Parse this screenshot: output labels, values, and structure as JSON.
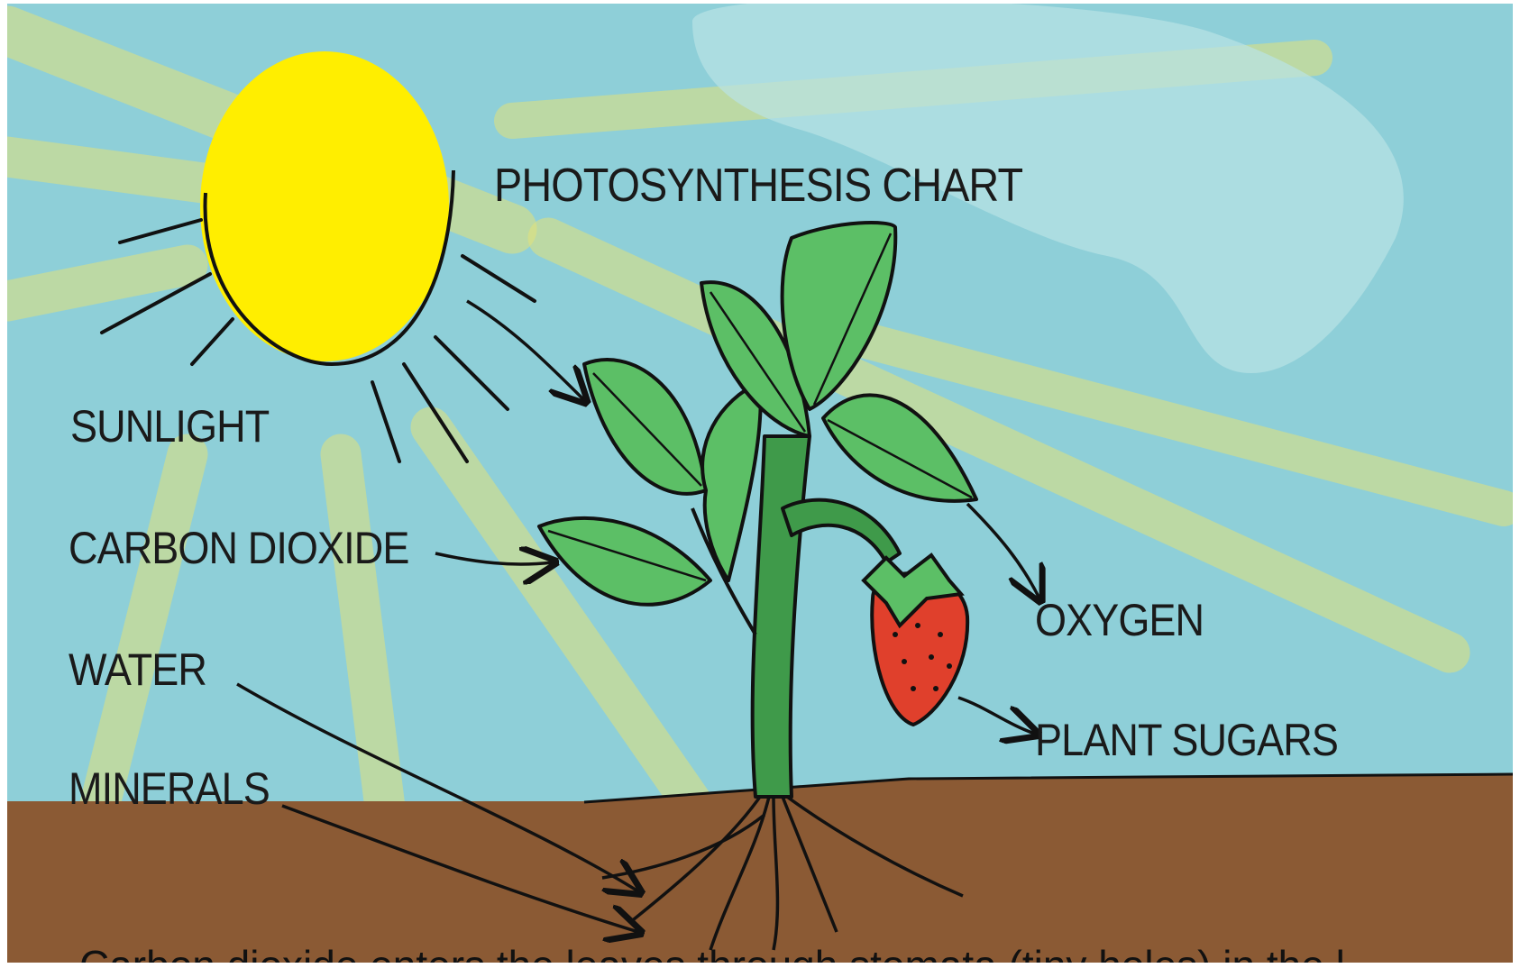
{
  "title": "PHOTOSYNTHESIS  CHART",
  "labels": {
    "sunlight": "SUNLIGHT",
    "carbon_dioxide": "CARBON DIOXIDE",
    "water": "WATER",
    "minerals": "MINERALS",
    "oxygen": "OXYGEN",
    "plant_sugars": "PLANT SUGARS"
  },
  "caption": "Carbon dioxide enters the leaves through stomata (tiny holes) in the l",
  "colors": {
    "sky": "#8ecfd8",
    "sun": "#ffee00",
    "soil": "#8b5a34",
    "leaf": "#5cbf66",
    "stem": "#3f9a4a",
    "strawberry": "#e0402c",
    "ray": "#e6e676"
  },
  "icons": [
    "sun-icon",
    "plant-illustration",
    "strawberry-icon",
    "cloud-shape"
  ]
}
